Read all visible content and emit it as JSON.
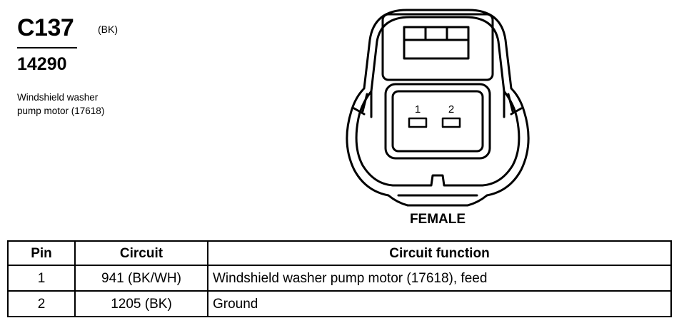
{
  "connector": {
    "id": "C137",
    "color_code": "(BK)",
    "part_number": "14290",
    "description_lines": [
      "Windshield washer",
      "pump motor (17618)"
    ]
  },
  "diagram": {
    "pin_labels": [
      "1",
      "2"
    ],
    "gender": "FEMALE"
  },
  "pin_table": {
    "headers": [
      "Pin",
      "Circuit",
      "Circuit function"
    ],
    "rows": [
      {
        "pin": "1",
        "circuit": "941 (BK/WH)",
        "function": "Windshield washer pump motor (17618), feed"
      },
      {
        "pin": "2",
        "circuit": "1205 (BK)",
        "function": "Ground"
      }
    ]
  }
}
